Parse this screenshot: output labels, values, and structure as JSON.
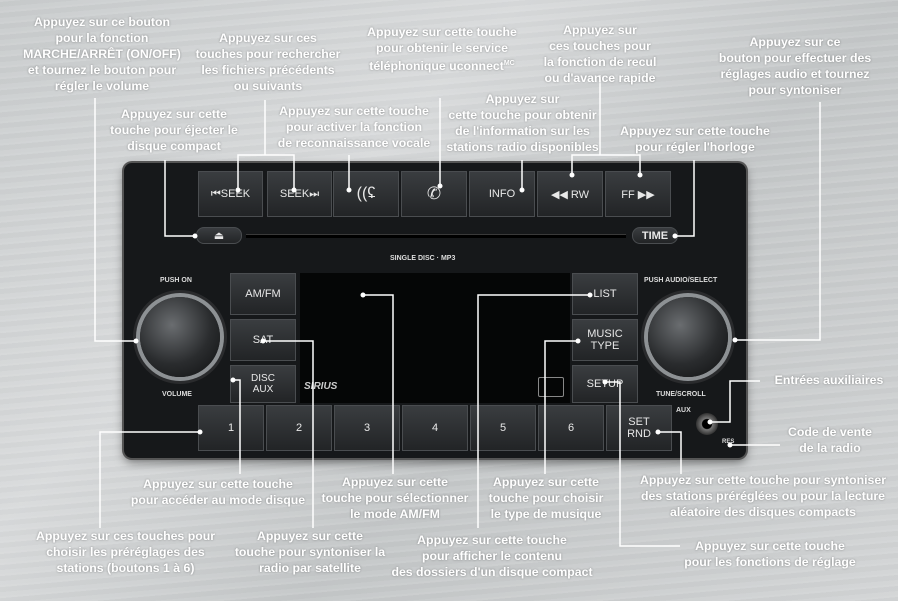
{
  "labels": {
    "power": "Appuyez sur ce bouton\npour la fonction\nMARCHE/ARRÊT (ON/OFF)\net tournez le bouton pour\nrégler le volume",
    "seek": "Appuyez sur ces\ntouches pour rechercher\nles fichiers précédents\nou suivants",
    "phone": "Appuyez sur cette touche\npour obtenir le service\ntéléphonique uconnect",
    "phone_sup": "MC",
    "rw_ff": "Appuyez sur\nces touches pour\nla fonction de recul\nou d'avance rapide",
    "audio": "Appuyez sur ce\nbouton pour effectuer des\nréglages audio et tournez\npour syntoniser",
    "eject": "Appuyez sur cette\ntouche pour éjecter le\ndisque compact",
    "voice": "Appuyez sur cette touche\npour activer la fonction\nde reconnaissance vocale",
    "info": "Appuyez sur\ncette touche pour obtenir\nde l'information sur les\nstations radio disponibles",
    "clock": "Appuyez sur cette touche\npour régler l'horloge",
    "aux": "Entrées auxiliaires",
    "sales_code": "Code de vente\nde la radio",
    "disc_mode": "Appuyez sur cette touche\npour accéder au mode disque",
    "amfm": "Appuyez sur cette\ntouche pour sélectionner\nle mode AM/FM",
    "music_type": "Appuyez sur cette\ntouche pour choisir\nle type de musique",
    "set_rnd": "Appuyez sur cette touche pour syntoniser\ndes stations préréglées ou pour la lecture\naléatoire des disques compacts",
    "presets": "Appuyez sur ces touches pour\nchoisir les préréglages des\nstations (boutons 1 à 6)",
    "sat": "Appuyez sur cette\ntouche pour syntoniser la\nradio par satellite",
    "folders": "Appuyez sur cette touche\npour afficher le contenu\ndes dossiers d'un disque compact",
    "setup": "Appuyez sur cette touche\npour les fonctions de réglage"
  },
  "radio": {
    "top_buttons": [
      "⏮SEEK",
      "SEEK⏭",
      "",
      "",
      "INFO",
      "◀◀ RW",
      "FF ▶▶"
    ],
    "eject_symbol": "⏏",
    "time": "TIME",
    "single_disc": "SINGLE DISC · MP3",
    "push_on": "PUSH ON",
    "volume": "VOLUME",
    "push_audio": "PUSH AUDIO/SELECT",
    "tune_scroll": "TUNE/SCROLL",
    "left_buttons": [
      "AM/FM",
      "SAT",
      "DISC\nAUX"
    ],
    "right_buttons": [
      "LIST",
      "MUSIC\nTYPE",
      "SETUP"
    ],
    "presets": [
      "1",
      "2",
      "3",
      "4",
      "5",
      "6"
    ],
    "set_rnd": "SET\nRND",
    "sirius": "SIRIUS",
    "aux_label": "AUX",
    "res_label": "RES"
  },
  "colors": {
    "label_text": "#ffffff",
    "leader_lines": "#ffffff",
    "radio_body": "#16181a"
  }
}
